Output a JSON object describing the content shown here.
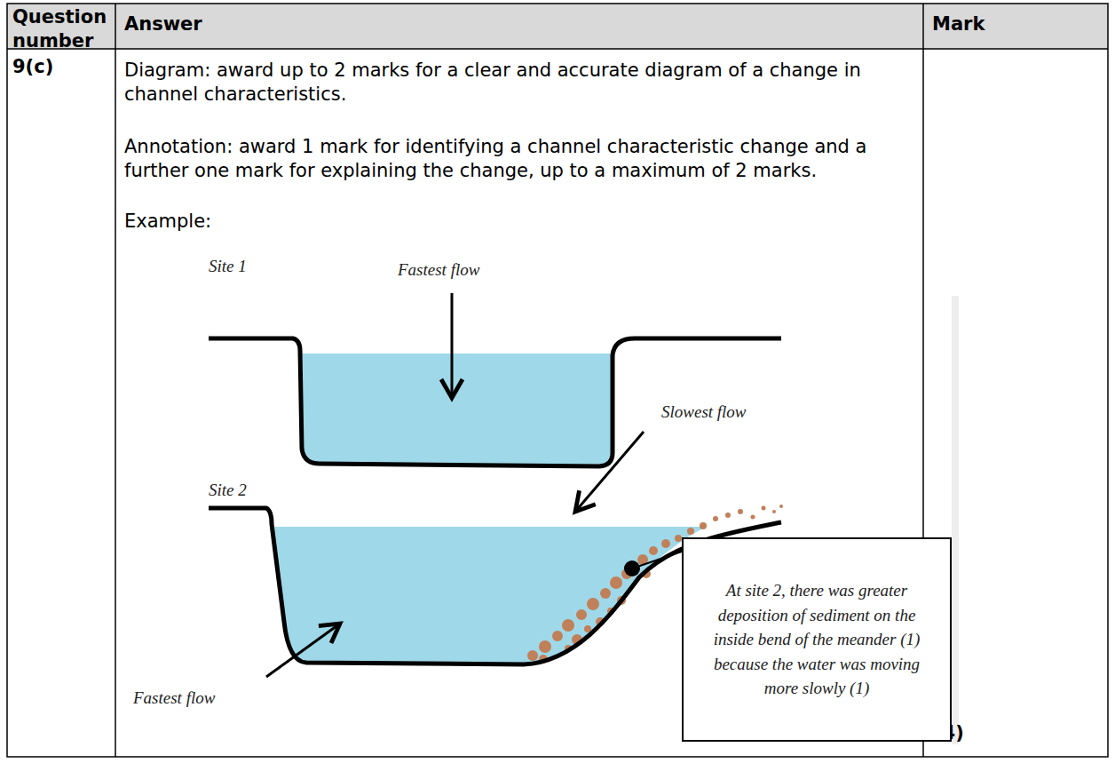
{
  "diagram": {
    "nodes": [
      {
        "text": [
          "At site 2, there was greater deposition of sediment on the inside bend of the meander (1) because the water was moving more slowly (1)"
        ]
      }
    ],
    "labels": [
      "Question number",
      "Answer",
      "Mark",
      "9(c)",
      "Diagram: award up to 2 marks for a clear and accurate diagram of a change in channel characteristics.",
      "Annotation: award 1 mark for identifying a channel characteristic change and a further one mark for explaining the change, up to a maximum of 2 marks.",
      "Example:",
      "Site 1",
      "Fastest flow",
      "Slowest flow",
      "Site 2",
      "Fastest flow",
      "(4)"
    ]
  }
}
